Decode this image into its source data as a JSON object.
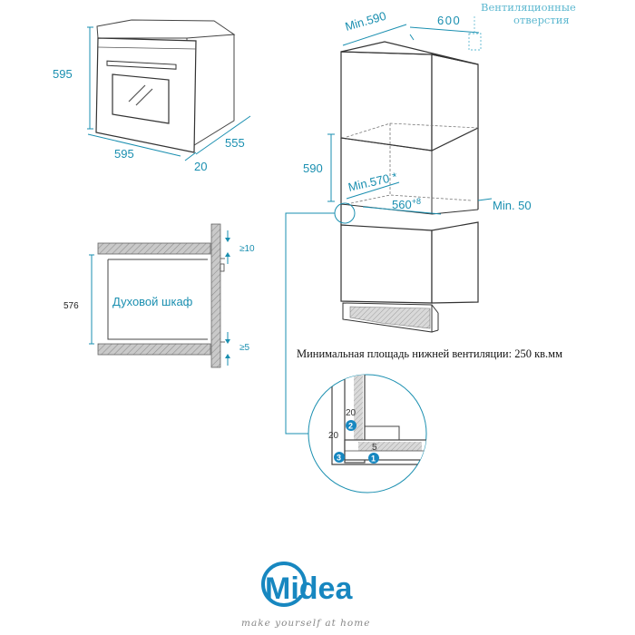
{
  "oven_iso": {
    "height": "595",
    "width": "595",
    "depth": "555",
    "front_offset": "20"
  },
  "cabinet_section": {
    "label": "Духовой шкаф",
    "height": "576",
    "top_gap": "≥10",
    "bottom_gap": "≥5"
  },
  "niche": {
    "top_width": "Min.590",
    "top_depth": "600",
    "vent_note": [
      "Вентиляционные",
      "отверстия"
    ],
    "niche_height": "590",
    "niche_width": "Min.570 *",
    "niche_depth_base": "560",
    "niche_depth_tol": "+8",
    "rear_gap": "Min. 50"
  },
  "vent_area_note": "Минимальная площадь нижней вентиляции: 250 кв.мм",
  "detail": {
    "dim_a": "20",
    "dim_b": "20",
    "dim_c": "5",
    "markers": [
      "1",
      "2",
      "3"
    ]
  },
  "brand": {
    "name": "Midea",
    "slogan": "make yourself at home",
    "color": "#1787c0"
  },
  "colors": {
    "dimension": "#1a8fb0",
    "badge": "#1787c0"
  }
}
